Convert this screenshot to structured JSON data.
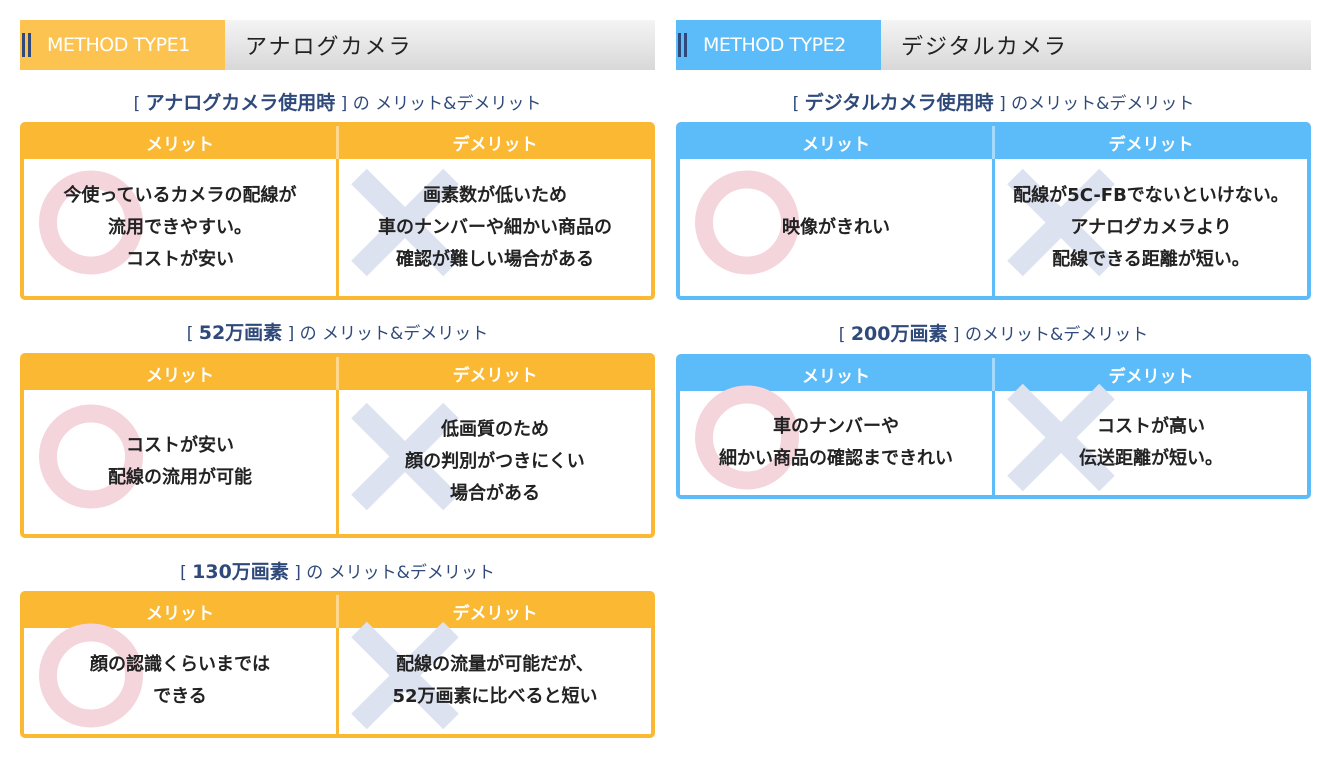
{
  "colors": {
    "analog": "#fbb832",
    "digital": "#5bbcf9",
    "navy": "#2f4a7a",
    "circle": "#f5d5dc",
    "cross": "#dce2ef"
  },
  "columns": [
    {
      "tag": "METHOD TYPE1",
      "title": "アナログカメラ",
      "sections": [
        {
          "subject": "アナログカメラ使用時",
          "suffix": "の メリット&デメリット",
          "merit_label": "メリット",
          "demerit_label": "デメリット",
          "merit": [
            "今使っているカメラの配線が",
            "流用できやすい。",
            "コストが安い"
          ],
          "demerit": [
            "画素数が低いため",
            "車のナンバーや細かい商品の",
            "確認が難しい場合がある"
          ]
        },
        {
          "subject": "52万画素",
          "suffix": "の メリット&デメリット",
          "merit_label": "メリット",
          "demerit_label": "デメリット",
          "merit": [
            "コストが安い",
            "配線の流用が可能"
          ],
          "demerit": [
            "低画質のため",
            "顔の判別がつきにくい",
            "場合がある"
          ]
        },
        {
          "subject": "130万画素",
          "suffix": "の メリット&デメリット",
          "merit_label": "メリット",
          "demerit_label": "デメリット",
          "merit": [
            "顔の認識くらいまでは",
            "できる"
          ],
          "demerit": [
            "配線の流量が可能だが、",
            "52万画素に比べると短い"
          ]
        }
      ]
    },
    {
      "tag": "METHOD TYPE2",
      "title": "デジタルカメラ",
      "sections": [
        {
          "subject": "デジタルカメラ使用時",
          "suffix": "のメリット&デメリット",
          "merit_label": "メリット",
          "demerit_label": "デメリット",
          "merit": [
            "映像がきれい"
          ],
          "demerit": [
            "配線が5C-FBでないといけない。",
            "アナログカメラより",
            "配線できる距離が短い。"
          ]
        },
        {
          "subject": "200万画素",
          "suffix": "のメリット&デメリット",
          "merit_label": "メリット",
          "demerit_label": "デメリット",
          "merit": [
            "車のナンバーや",
            "細かい商品の確認まできれい"
          ],
          "demerit": [
            "コストが高い",
            "伝送距離が短い。"
          ]
        }
      ]
    }
  ]
}
